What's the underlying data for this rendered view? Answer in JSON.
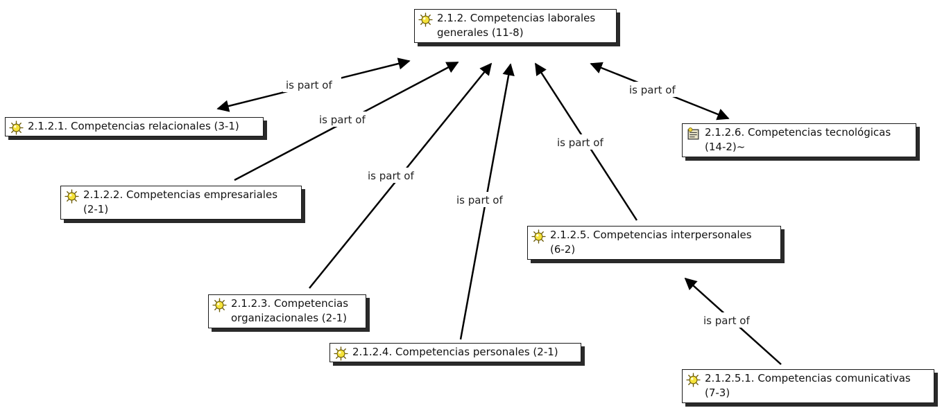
{
  "diagram": {
    "nodes": [
      {
        "id": "n212",
        "line1": "2.1.2. Competencias laborales",
        "line2": "generales (11-8)",
        "icon": "sun-code-icon"
      },
      {
        "id": "n2121",
        "line1": "2.1.2.1. Competencias relacionales (3-1)",
        "line2": "",
        "icon": "sun-code-icon"
      },
      {
        "id": "n2122",
        "line1": "2.1.2.2. Competencias empresariales",
        "line2": "(2-1)",
        "icon": "sun-code-icon"
      },
      {
        "id": "n2123",
        "line1": "2.1.2.3. Competencias",
        "line2": "organizacionales (2-1)",
        "icon": "sun-code-icon"
      },
      {
        "id": "n2124",
        "line1": "2.1.2.4. Competencias personales (2-1)",
        "line2": "",
        "icon": "sun-code-icon"
      },
      {
        "id": "n2125",
        "line1": "2.1.2.5. Competencias interpersonales",
        "line2": "(6-2)",
        "icon": "sun-code-icon"
      },
      {
        "id": "n2126",
        "line1": "2.1.2.6. Competencias tecnológicas",
        "line2": "(14-2)~",
        "icon": "memo-code-icon"
      },
      {
        "id": "n21251",
        "line1": "2.1.2.5.1. Competencias comunicativas",
        "line2": "(7-3)",
        "icon": "sun-code-icon"
      }
    ],
    "edges": [
      {
        "from": "n2121",
        "to": "n212",
        "label": "is part of"
      },
      {
        "from": "n2122",
        "to": "n212",
        "label": "is part of"
      },
      {
        "from": "n2123",
        "to": "n212",
        "label": "is part of"
      },
      {
        "from": "n2124",
        "to": "n212",
        "label": "is part of"
      },
      {
        "from": "n2125",
        "to": "n212",
        "label": "is part of"
      },
      {
        "from": "n2126",
        "to": "n212",
        "label": "is part of"
      },
      {
        "from": "n21251",
        "to": "n2125",
        "label": "is part of"
      }
    ]
  }
}
